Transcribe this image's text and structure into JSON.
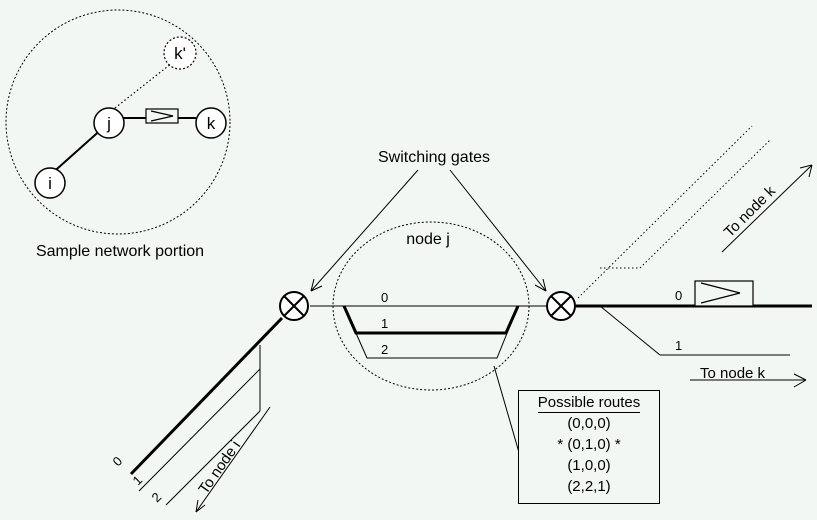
{
  "inset": {
    "caption": "Sample network portion",
    "nodes": {
      "i": "i",
      "j": "j",
      "k": "k",
      "k_prime": "k'"
    }
  },
  "labels": {
    "switching_gates": "Switching gates",
    "node_j": "node j",
    "to_node_k_upper": "To node k",
    "to_node_k_lower": "To node k",
    "to_node_i": "To node i"
  },
  "route_indices": {
    "inner_0": "0",
    "inner_1": "1",
    "inner_2": "2",
    "right_0": "0",
    "right_1": "1",
    "left_0": "0",
    "left_1": "1",
    "left_2": "2"
  },
  "routes_table": {
    "title": "Possible routes",
    "rows": [
      "(0,0,0)",
      "* (0,1,0) *",
      "(1,0,0)",
      "(2,2,1)"
    ]
  }
}
